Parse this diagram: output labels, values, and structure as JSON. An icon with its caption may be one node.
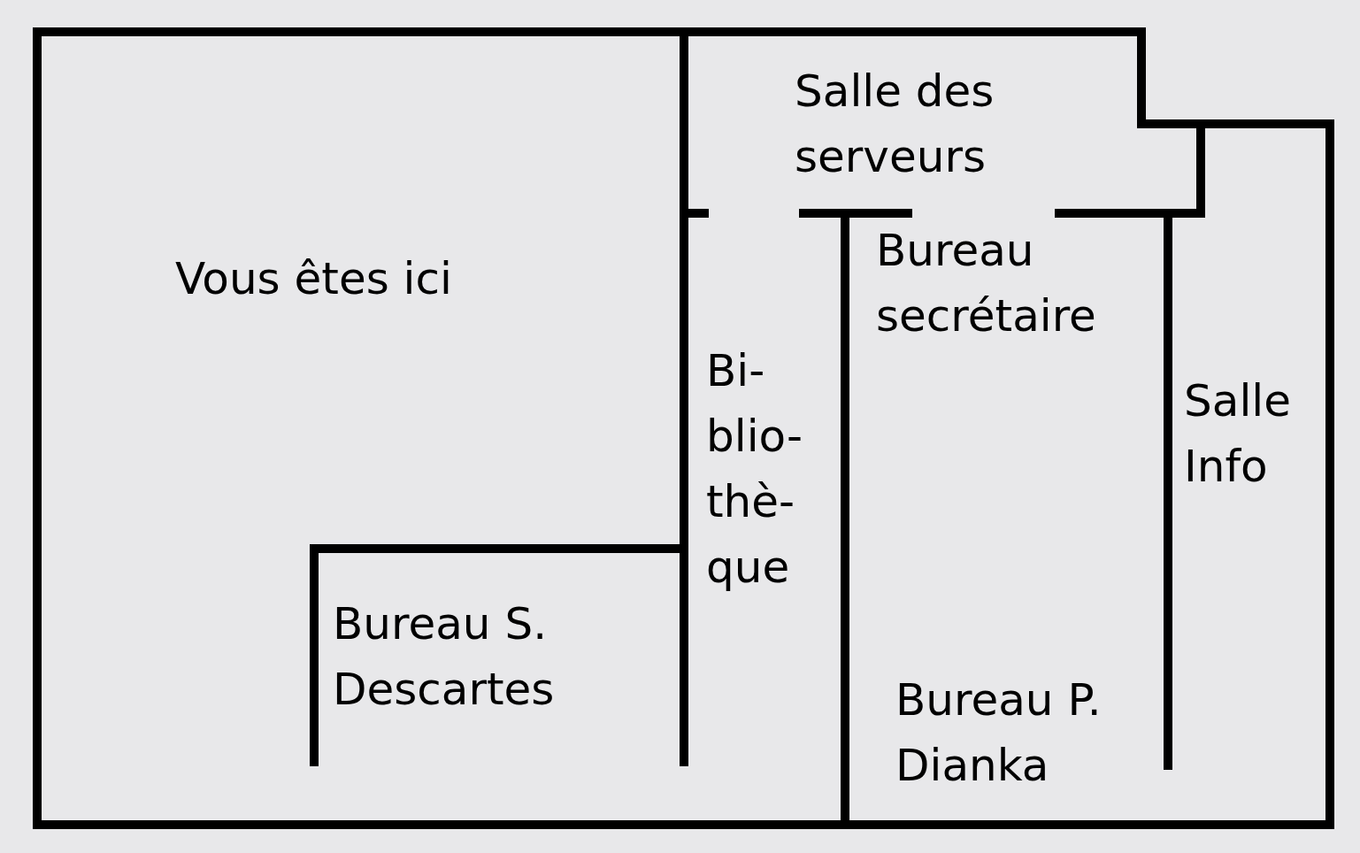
{
  "diagram": {
    "labels": [
      "Salle des serveurs",
      "Vous êtes ici",
      "Bureau secrétaire",
      "Bi- blio- thè- que",
      "Salle Info",
      "Bureau S. Descartes",
      "Bureau P. Dianka"
    ]
  }
}
